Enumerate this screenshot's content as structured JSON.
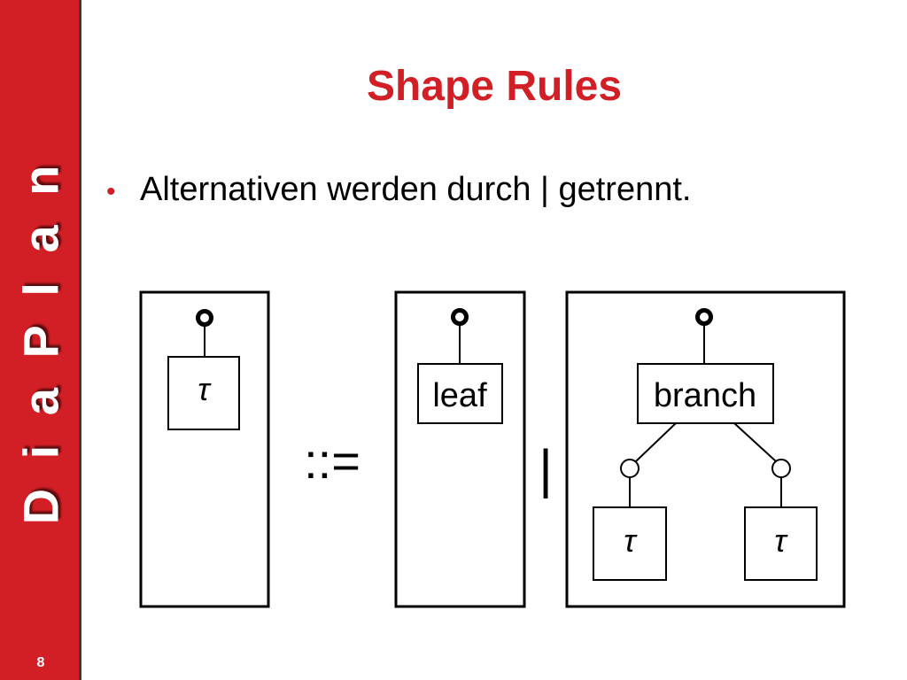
{
  "sidebar": {
    "brand": "D i a P l a n",
    "page_number": "8",
    "color": "#d21f26"
  },
  "slide": {
    "title": "Shape Rules",
    "bullets": [
      "Alternativen werden durch | getrennt."
    ]
  },
  "diagram": {
    "lhs": {
      "node_label": "τ"
    },
    "define_symbol": "::=",
    "alternative_separator": "|",
    "alt1": {
      "node_label": "leaf"
    },
    "alt2": {
      "node_label": "branch",
      "child_left_label": "τ",
      "child_right_label": "τ"
    }
  }
}
